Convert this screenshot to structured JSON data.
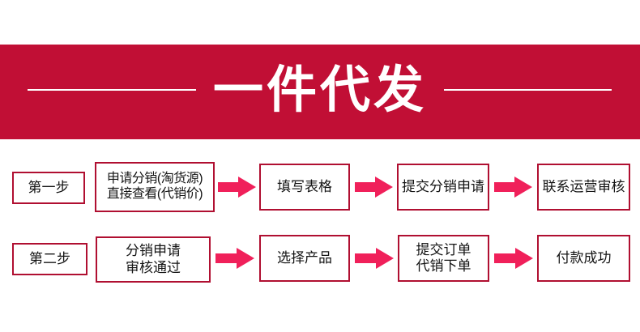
{
  "banner": {
    "title": "一件代发",
    "background_color": "#c10f35",
    "text_color": "#ffffff",
    "rule_color": "#ffffff"
  },
  "theme": {
    "box_border_color": "#b00f31",
    "arrow_color": "#f0205a",
    "box_text_color": "#141414",
    "page_background": "#ffffff"
  },
  "flow": {
    "rows": [
      {
        "label": "第一步",
        "steps": [
          "申请分销(淘货源)\n直接查看(代销价)",
          "填写表格",
          "提交分销申请",
          "联系运营审核"
        ]
      },
      {
        "label": "第二步",
        "steps": [
          "分销申请\n审核通过",
          "选择产品",
          "提交订单\n代销下单",
          "付款成功"
        ]
      }
    ]
  }
}
